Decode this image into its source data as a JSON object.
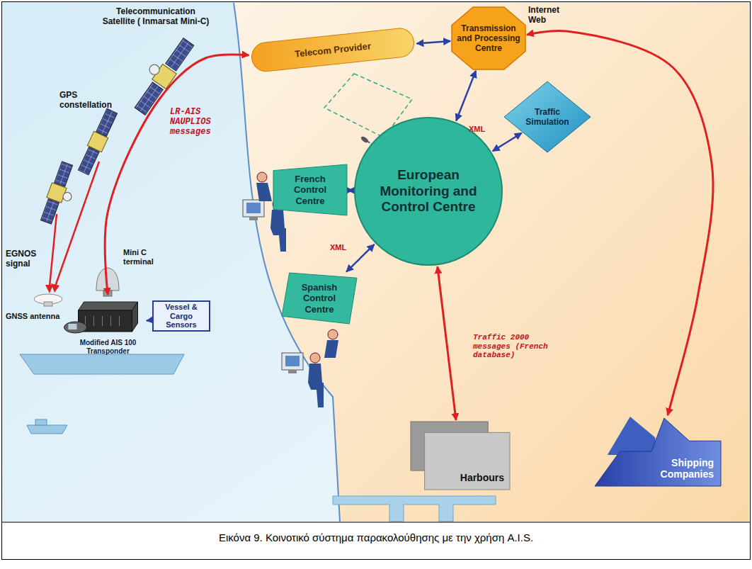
{
  "diagram": {
    "caption": "Εικόνα 9. Κοινοτικό σύστημα παρακολούθησης με την χρήση A.I.S.",
    "nodes": [
      {
        "text": [
          "Telecom Provider"
        ]
      },
      {
        "text": [
          "Transmission and Processing Centre"
        ]
      },
      {
        "text": [
          "Traffic Simulation"
        ]
      },
      {
        "text": [
          "European Monitoring and Control Centre"
        ]
      },
      {
        "text": [
          "French Control Centre"
        ]
      },
      {
        "text": [
          "Spanish Control Centre"
        ]
      },
      {
        "text": [
          "Vessel & Cargo Sensors"
        ]
      },
      {
        "text": [
          "Modified AIS 100 Transponder"
        ]
      },
      {
        "text": [
          "Shipping Companies"
        ]
      },
      {
        "text": [
          "Harbours"
        ]
      }
    ],
    "edges": [
      {
        "from": 0,
        "to": 1,
        "arrow": "both"
      },
      {
        "from": 1,
        "to": 3,
        "arrow": "both",
        "label": "XML"
      },
      {
        "from": 3,
        "to": 2,
        "arrow": "both"
      },
      {
        "from": 3,
        "to": 4,
        "arrow": "both"
      },
      {
        "from": 3,
        "to": 5,
        "arrow": "both",
        "label": "XML"
      },
      {
        "from": 3,
        "to": 9,
        "arrow": "both",
        "label": "Traffic 2000 messages (French database)"
      },
      {
        "from": 1,
        "to": 8,
        "arrow": "both",
        "label": "Internet Web"
      },
      {
        "from": 6,
        "to": 7,
        "arrow": "to"
      },
      {
        "from": 7,
        "to": 0,
        "arrow": "both",
        "label": "LR-AIS NAUPLIOS messages"
      }
    ],
    "labels": [
      "Telecommunication Satellite ( Inmarsat Mini-C)",
      "GPS constellation",
      "EGNOS signal",
      "Mini C terminal",
      "GNSS antenna"
    ]
  }
}
